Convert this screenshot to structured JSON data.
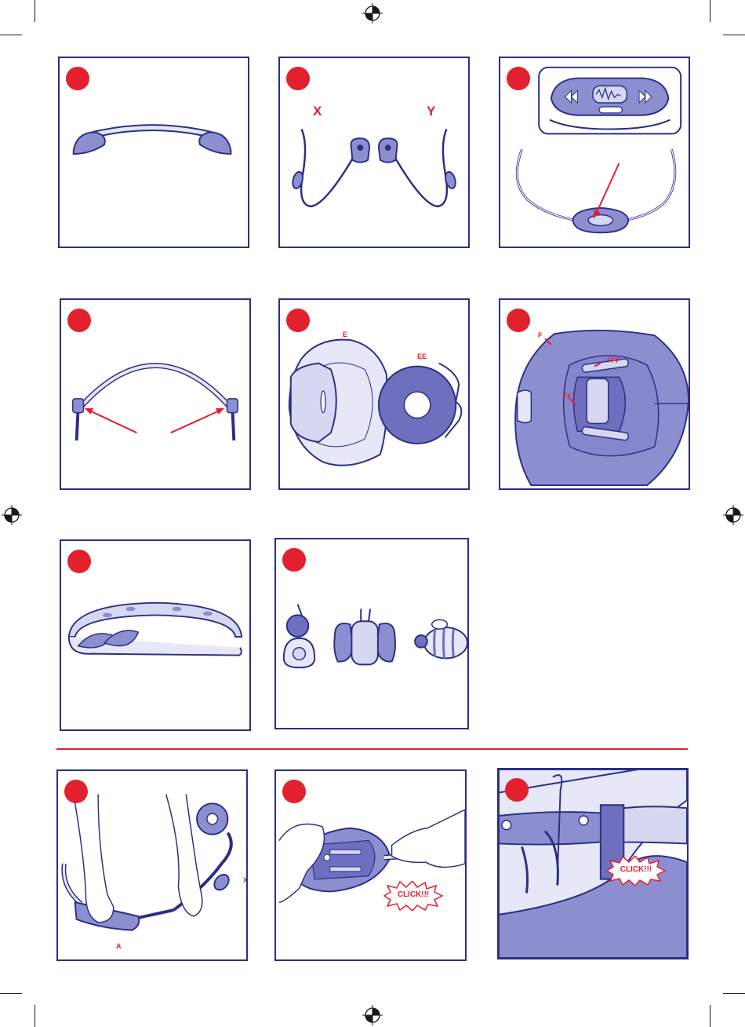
{
  "colors": {
    "accent": "#e3202d",
    "frame": "#2b2f85",
    "fill": "#8d8ed0",
    "fill_light": "#d6d7f0",
    "fill_dark": "#6e6fbf"
  },
  "labels": {
    "p2_x": "X",
    "p2_y": "Y",
    "p5_e": "E",
    "p5_ee": "EE",
    "p6_f": "F",
    "p6_fff": "FFF",
    "p6_ff": "FF",
    "p10_x": "X",
    "p10_a": "A",
    "p11_click": "CLICK!!!",
    "p12_click": "CLICK!!!"
  },
  "icons": [
    "registration-mark-icon",
    "step-number-dot-icon",
    "red-arrow-icon",
    "starburst-icon"
  ]
}
